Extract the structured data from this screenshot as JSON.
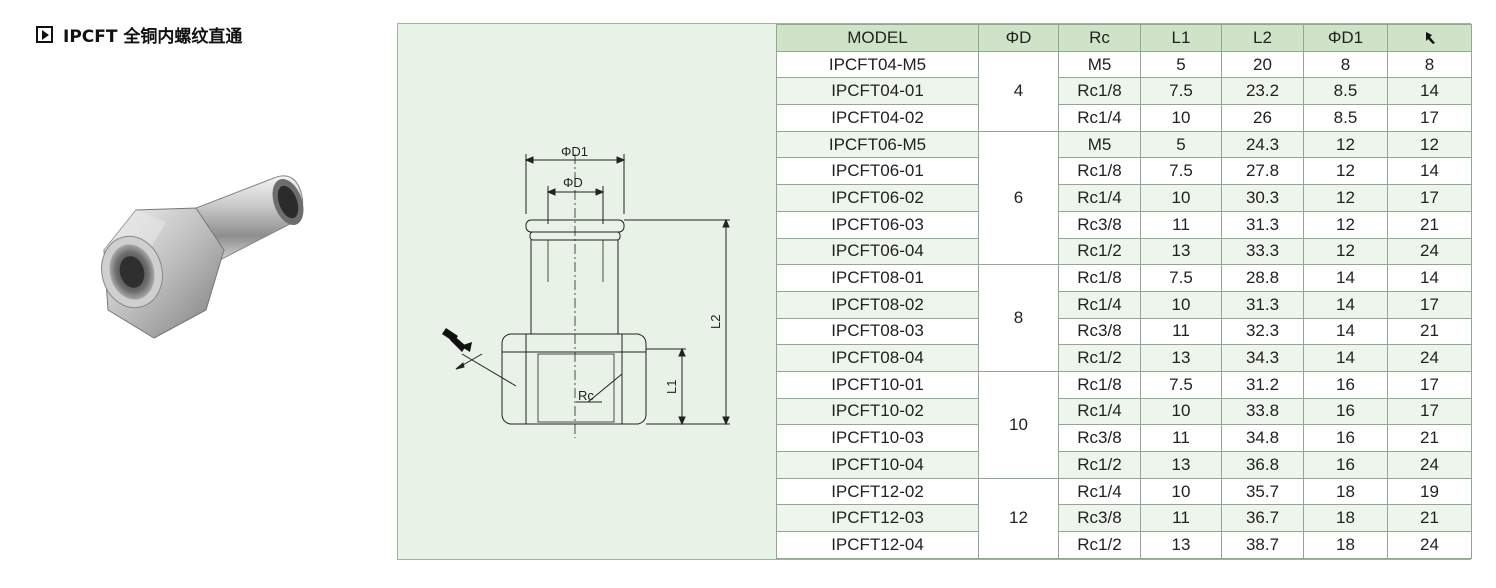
{
  "heading": {
    "text": "IPCFT 全铜内螺纹直通"
  },
  "drawing_labels": {
    "phi_d1": "ΦD1",
    "phi_d": "ΦD",
    "l2": "L2",
    "l1": "L1",
    "rc": "Rc"
  },
  "table": {
    "headers": [
      "MODEL",
      "ΦD",
      "Rc",
      "L1",
      "L2",
      "ΦD1"
    ],
    "wrench_icon": "wrench-icon",
    "rows": [
      {
        "model": "IPCFT04-M5",
        "rc": "M5",
        "l1": "5",
        "l2": "20",
        "d1": "8",
        "w": "8"
      },
      {
        "model": "IPCFT04-01",
        "rc": "Rc1/8",
        "l1": "7.5",
        "l2": "23.2",
        "d1": "8.5",
        "w": "14"
      },
      {
        "model": "IPCFT04-02",
        "rc": "Rc1/4",
        "l1": "10",
        "l2": "26",
        "d1": "8.5",
        "w": "17"
      },
      {
        "model": "IPCFT06-M5",
        "rc": "M5",
        "l1": "5",
        "l2": "24.3",
        "d1": "12",
        "w": "12"
      },
      {
        "model": "IPCFT06-01",
        "rc": "Rc1/8",
        "l1": "7.5",
        "l2": "27.8",
        "d1": "12",
        "w": "14"
      },
      {
        "model": "IPCFT06-02",
        "rc": "Rc1/4",
        "l1": "10",
        "l2": "30.3",
        "d1": "12",
        "w": "17"
      },
      {
        "model": "IPCFT06-03",
        "rc": "Rc3/8",
        "l1": "11",
        "l2": "31.3",
        "d1": "12",
        "w": "21"
      },
      {
        "model": "IPCFT06-04",
        "rc": "Rc1/2",
        "l1": "13",
        "l2": "33.3",
        "d1": "12",
        "w": "24"
      },
      {
        "model": "IPCFT08-01",
        "rc": "Rc1/8",
        "l1": "7.5",
        "l2": "28.8",
        "d1": "14",
        "w": "14"
      },
      {
        "model": "IPCFT08-02",
        "rc": "Rc1/4",
        "l1": "10",
        "l2": "31.3",
        "d1": "14",
        "w": "17"
      },
      {
        "model": "IPCFT08-03",
        "rc": "Rc3/8",
        "l1": "11",
        "l2": "32.3",
        "d1": "14",
        "w": "21"
      },
      {
        "model": "IPCFT08-04",
        "rc": "Rc1/2",
        "l1": "13",
        "l2": "34.3",
        "d1": "14",
        "w": "24"
      },
      {
        "model": "IPCFT10-01",
        "rc": "Rc1/8",
        "l1": "7.5",
        "l2": "31.2",
        "d1": "16",
        "w": "17"
      },
      {
        "model": "IPCFT10-02",
        "rc": "Rc1/4",
        "l1": "10",
        "l2": "33.8",
        "d1": "16",
        "w": "17"
      },
      {
        "model": "IPCFT10-03",
        "rc": "Rc3/8",
        "l1": "11",
        "l2": "34.8",
        "d1": "16",
        "w": "21"
      },
      {
        "model": "IPCFT10-04",
        "rc": "Rc1/2",
        "l1": "13",
        "l2": "36.8",
        "d1": "16",
        "w": "24"
      },
      {
        "model": "IPCFT12-02",
        "rc": "Rc1/4",
        "l1": "10",
        "l2": "35.7",
        "d1": "18",
        "w": "19"
      },
      {
        "model": "IPCFT12-03",
        "rc": "Rc3/8",
        "l1": "11",
        "l2": "36.7",
        "d1": "18",
        "w": "21"
      },
      {
        "model": "IPCFT12-04",
        "rc": "Rc1/2",
        "l1": "13",
        "l2": "38.7",
        "d1": "18",
        "w": "24"
      }
    ],
    "groups": [
      {
        "d": "4",
        "span": 3
      },
      {
        "d": "6",
        "span": 5
      },
      {
        "d": "8",
        "span": 4
      },
      {
        "d": "10",
        "span": 4
      },
      {
        "d": "12",
        "span": 3
      }
    ]
  }
}
